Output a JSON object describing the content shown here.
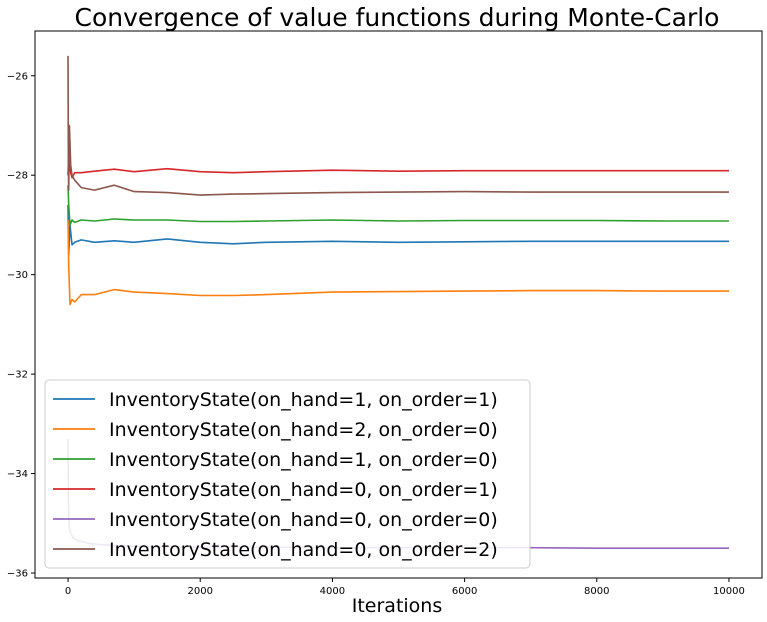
{
  "chart_data": {
    "type": "line",
    "title": "Convergence of value functions during Monte-Carlo",
    "xlabel": "Iterations",
    "ylabel": "",
    "xlim": [
      -500,
      10500
    ],
    "ylim": [
      -36.1,
      -25.1
    ],
    "xticks": [
      0,
      2000,
      4000,
      6000,
      8000,
      10000
    ],
    "yticks": [
      -26,
      -28,
      -30,
      -32,
      -34,
      -36
    ],
    "xtick_labels": [
      "0",
      "2000",
      "4000",
      "6000",
      "8000",
      "10000"
    ],
    "ytick_labels": [
      "−26",
      "−28",
      "−30",
      "−32",
      "−34",
      "−36"
    ],
    "grid": false,
    "legend_position": "lower-left",
    "series": [
      {
        "name": "InventoryState(on_hand=1, on_order=1)",
        "color": "#1f77b4",
        "x": [
          0,
          10,
          30,
          60,
          100,
          200,
          400,
          700,
          1000,
          1500,
          2000,
          2500,
          3000,
          4000,
          5000,
          6000,
          7000,
          8000,
          9000,
          10000
        ],
        "y": [
          -28.6,
          -29.6,
          -29.0,
          -29.4,
          -29.35,
          -29.3,
          -29.35,
          -29.32,
          -29.35,
          -29.28,
          -29.35,
          -29.38,
          -29.35,
          -29.33,
          -29.35,
          -29.34,
          -29.33,
          -29.33,
          -29.33,
          -29.33
        ]
      },
      {
        "name": "InventoryState(on_hand=2, on_order=0)",
        "color": "#ff7f0e",
        "x": [
          0,
          10,
          30,
          60,
          100,
          200,
          400,
          700,
          1000,
          1500,
          2000,
          2500,
          3000,
          4000,
          5000,
          6000,
          7000,
          8000,
          9000,
          10000
        ],
        "y": [
          -28.9,
          -29.8,
          -30.6,
          -30.5,
          -30.55,
          -30.4,
          -30.4,
          -30.3,
          -30.35,
          -30.38,
          -30.42,
          -30.42,
          -30.4,
          -30.35,
          -30.34,
          -30.33,
          -30.32,
          -30.32,
          -30.33,
          -30.33
        ]
      },
      {
        "name": "InventoryState(on_hand=1, on_order=0)",
        "color": "#2ca02c",
        "x": [
          0,
          10,
          30,
          60,
          100,
          200,
          400,
          700,
          1000,
          1500,
          2000,
          2500,
          3000,
          4000,
          5000,
          6000,
          7000,
          8000,
          9000,
          10000
        ],
        "y": [
          -28.2,
          -28.6,
          -29.0,
          -28.9,
          -28.95,
          -28.9,
          -28.92,
          -28.88,
          -28.9,
          -28.9,
          -28.93,
          -28.93,
          -28.92,
          -28.9,
          -28.92,
          -28.91,
          -28.91,
          -28.91,
          -28.92,
          -28.92
        ]
      },
      {
        "name": "InventoryState(on_hand=0, on_order=1)",
        "color": "#d62728",
        "x": [
          0,
          10,
          30,
          60,
          100,
          200,
          400,
          700,
          1000,
          1500,
          2000,
          2500,
          3000,
          4000,
          5000,
          6000,
          7000,
          8000,
          9000,
          10000
        ],
        "y": [
          -28.0,
          -27.6,
          -27.9,
          -28.05,
          -27.95,
          -27.95,
          -27.92,
          -27.88,
          -27.93,
          -27.87,
          -27.93,
          -27.95,
          -27.93,
          -27.9,
          -27.92,
          -27.91,
          -27.91,
          -27.91,
          -27.91,
          -27.91
        ]
      },
      {
        "name": "InventoryState(on_hand=0, on_order=0)",
        "color": "#9467bd",
        "x": [
          0,
          5,
          10,
          20,
          40,
          80,
          150,
          300,
          500,
          800,
          1200,
          2000,
          3000,
          4000,
          5000,
          6000,
          7000,
          8000,
          9000,
          10000
        ],
        "y": [
          -33.3,
          -34.5,
          -34.9,
          -35.1,
          -35.2,
          -35.3,
          -35.35,
          -35.4,
          -35.43,
          -35.45,
          -35.47,
          -35.48,
          -35.48,
          -35.49,
          -35.49,
          -35.49,
          -35.49,
          -35.5,
          -35.5,
          -35.5
        ]
      },
      {
        "name": "InventoryState(on_hand=0, on_order=2)",
        "color": "#8c564b",
        "x": [
          0,
          5,
          10,
          20,
          40,
          60,
          100,
          200,
          400,
          700,
          1000,
          1500,
          2000,
          2500,
          3000,
          4000,
          5000,
          6000,
          7000,
          8000,
          9000,
          10000
        ],
        "y": [
          -25.6,
          -27.9,
          -28.3,
          -27.0,
          -27.8,
          -28.0,
          -28.1,
          -28.25,
          -28.3,
          -28.2,
          -28.33,
          -28.35,
          -28.4,
          -28.38,
          -28.37,
          -28.35,
          -28.34,
          -28.33,
          -28.34,
          -28.34,
          -28.34,
          -28.34
        ]
      }
    ]
  }
}
